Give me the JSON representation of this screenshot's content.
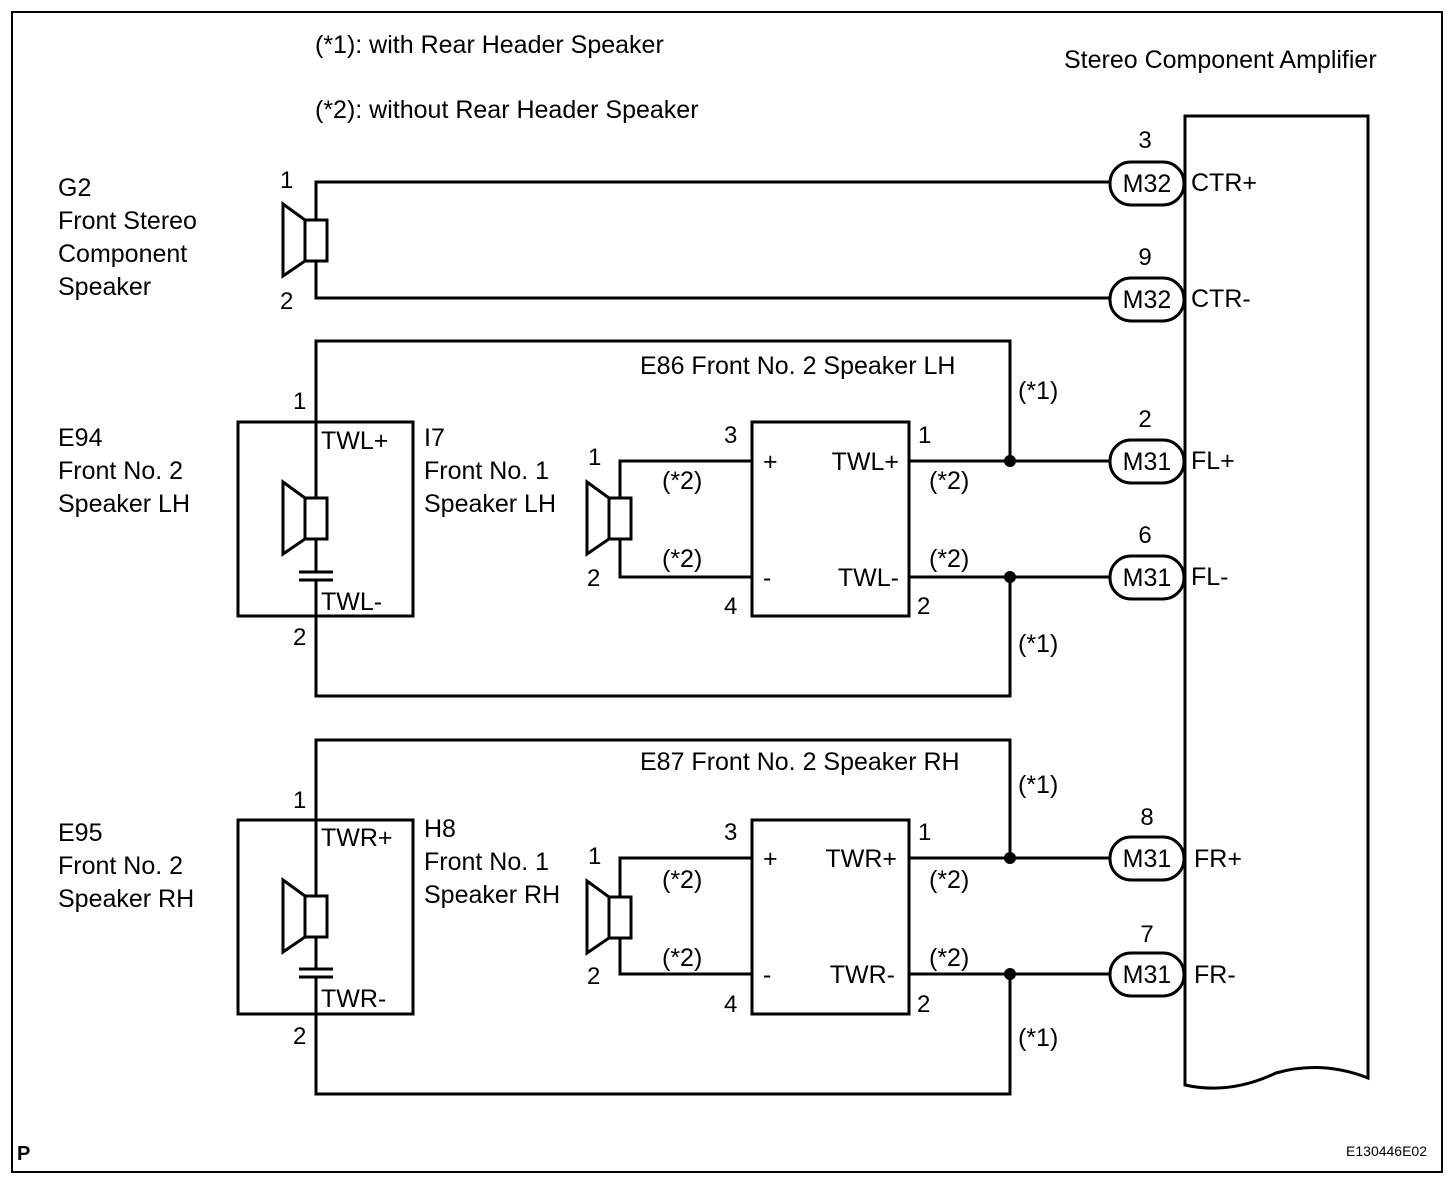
{
  "notes": {
    "n1": "(*1): with Rear Header Speaker",
    "n2": "(*2): without Rear Header Speaker"
  },
  "amplifier": {
    "title": "Stereo Component Amplifier",
    "terminals": [
      {
        "pin": "3",
        "connector": "M32",
        "name": "CTR+"
      },
      {
        "pin": "9",
        "connector": "M32",
        "name": "CTR-"
      },
      {
        "pin": "2",
        "connector": "M31",
        "name": "FL+"
      },
      {
        "pin": "6",
        "connector": "M31",
        "name": "FL-"
      },
      {
        "pin": "8",
        "connector": "M31",
        "name": "FR+"
      },
      {
        "pin": "7",
        "connector": "M31",
        "name": "FR-"
      }
    ]
  },
  "g2": {
    "code": "G2",
    "line1": "Front Stereo",
    "line2": "Component",
    "line3": "Speaker",
    "pin_top": "1",
    "pin_bottom": "2"
  },
  "lh": {
    "tweeter": {
      "code": "E94",
      "line1": "Front No. 2",
      "line2": "Speaker LH",
      "term_plus": "TWL+",
      "term_minus": "TWL-",
      "pin_top": "1",
      "pin_bottom": "2"
    },
    "woofer": {
      "code": "I7",
      "line1": "Front No. 1",
      "line2": "Speaker LH",
      "pin_top": "1",
      "pin_bottom": "2"
    },
    "network": {
      "title": "E86 Front No. 2 Speaker LH",
      "plus": "+",
      "minus": "-",
      "out_plus": "TWL+",
      "out_minus": "TWL-",
      "pin3": "3",
      "pin4": "4",
      "pin1": "1",
      "pin2": "2"
    },
    "tag_top": "(*1)",
    "tag_bottom": "(*1)",
    "tag_in_top": "(*2)",
    "tag_in_bottom": "(*2)",
    "tag_out_top": "(*2)",
    "tag_out_bottom": "(*2)"
  },
  "rh": {
    "tweeter": {
      "code": "E95",
      "line1": "Front No. 2",
      "line2": "Speaker RH",
      "term_plus": "TWR+",
      "term_minus": "TWR-",
      "pin_top": "1",
      "pin_bottom": "2"
    },
    "woofer": {
      "code": "H8",
      "line1": "Front No. 1",
      "line2": "Speaker RH",
      "pin_top": "1",
      "pin_bottom": "2"
    },
    "network": {
      "title": "E87 Front No. 2 Speaker RH",
      "plus": "+",
      "minus": "-",
      "out_plus": "TWR+",
      "out_minus": "TWR-",
      "pin3": "3",
      "pin4": "4",
      "pin1": "1",
      "pin2": "2"
    },
    "tag_top": "(*1)",
    "tag_bottom": "(*1)",
    "tag_in_top": "(*2)",
    "tag_in_bottom": "(*2)",
    "tag_out_top": "(*2)",
    "tag_out_bottom": "(*2)"
  },
  "footer": {
    "corner_letter": "P",
    "figure_code": "E130446E02"
  }
}
